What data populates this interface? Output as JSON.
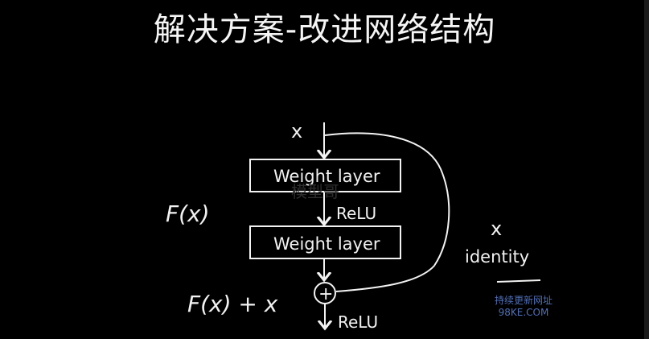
{
  "title": "解决方案-改进网络结构",
  "diagram": {
    "input_label": "x",
    "layer1_label": "Weight layer",
    "layer2_label": "Weight layer",
    "relu_mid": "ReLU",
    "relu_out": "ReLU",
    "fx_label": "F(x)",
    "sum_label": "F(x) + x",
    "sum_symbol": "+",
    "identity_x": "x",
    "identity_label": "identity"
  },
  "watermark": {
    "faint_overlay": "模型哥",
    "line1": "持续更新网址",
    "line2": "98KE.COM"
  },
  "colors": {
    "background": "#000000",
    "ink": "#f2f2f2",
    "watermark": "#4f6fb8"
  }
}
